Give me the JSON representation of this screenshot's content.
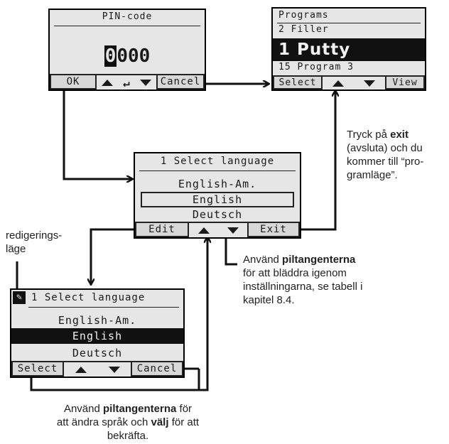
{
  "pin_screen": {
    "title": "PIN-code",
    "digit_active": "0",
    "digits_rest": "000",
    "ok_label": "OK",
    "cancel_label": "Cancel"
  },
  "programs_screen": {
    "title": "Programs",
    "item_above": "2 Filler",
    "item_selected": "1 Putty",
    "item_below": "15 Program 3",
    "select_label": "Select",
    "view_label": "View"
  },
  "language_screen": {
    "title": "1 Select language",
    "options": [
      "English-Am.",
      "English",
      "Deutsch"
    ],
    "edit_label": "Edit",
    "exit_label": "Exit"
  },
  "language_edit_screen": {
    "title": "1 Select language",
    "options": [
      "English-Am.",
      "English",
      "Deutsch"
    ],
    "select_label": "Select",
    "cancel_label": "Cancel"
  },
  "notes": {
    "edit_mode": [
      "redigerings-",
      "läge"
    ],
    "exit_note": {
      "l1_pre": "Tryck på ",
      "l1_bold": "exit",
      "l2": "(avsluta) och du",
      "l3": "kommer till “pro-",
      "l4": "gramläge”."
    },
    "arrow_note": {
      "l1_pre": "Använd ",
      "l1_bold": "piltangenterna",
      "l2": "för att bläddra igenom",
      "l3": "inställningarna, se tabell i",
      "l4": "kapitel 8.4."
    },
    "select_note": {
      "l1_pre": "Använd ",
      "l1_bold": "piltangenterna",
      "l1_post": " för",
      "l2_pre": "att ändra språk och ",
      "l2_bold": "välj",
      "l2_post": " för att",
      "l3": "bekräfta."
    }
  },
  "colors": {
    "screen_bg": "#e6e6e6",
    "ink": "#1a1a1a",
    "wire": "#111111"
  }
}
